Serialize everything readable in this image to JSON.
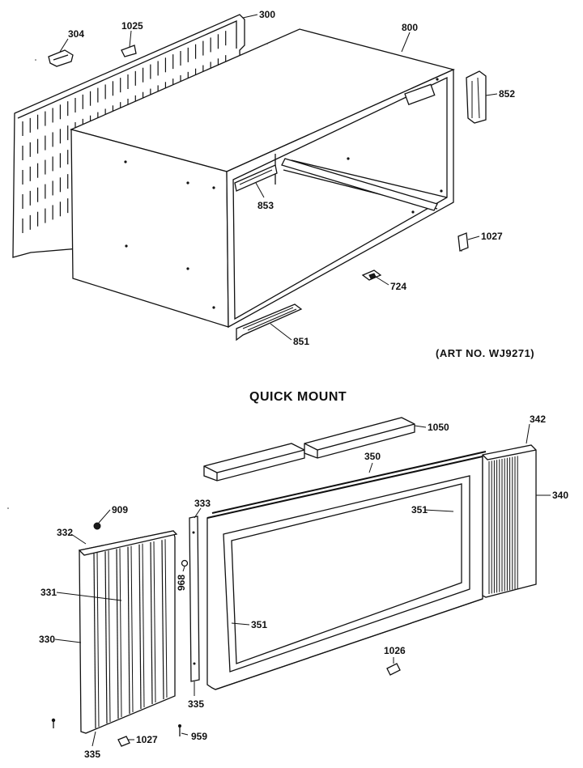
{
  "art_number": "(ART NO. WJ9271)",
  "section_title": "QUICK MOUNT",
  "callouts": {
    "p304": "304",
    "p1025": "1025",
    "p300": "300",
    "p800": "800",
    "p852": "852",
    "p853": "853",
    "p1027a": "1027",
    "p724": "724",
    "p851": "851",
    "p1050": "1050",
    "p342": "342",
    "p350": "350",
    "p340": "340",
    "p909": "909",
    "p333": "333",
    "p351a": "351",
    "p332": "332",
    "p968": "968",
    "p331": "331",
    "p351b": "351",
    "p330": "330",
    "p1026": "1026",
    "p335a": "335",
    "p335b": "335",
    "p1027b": "1027",
    "p959": "959"
  }
}
